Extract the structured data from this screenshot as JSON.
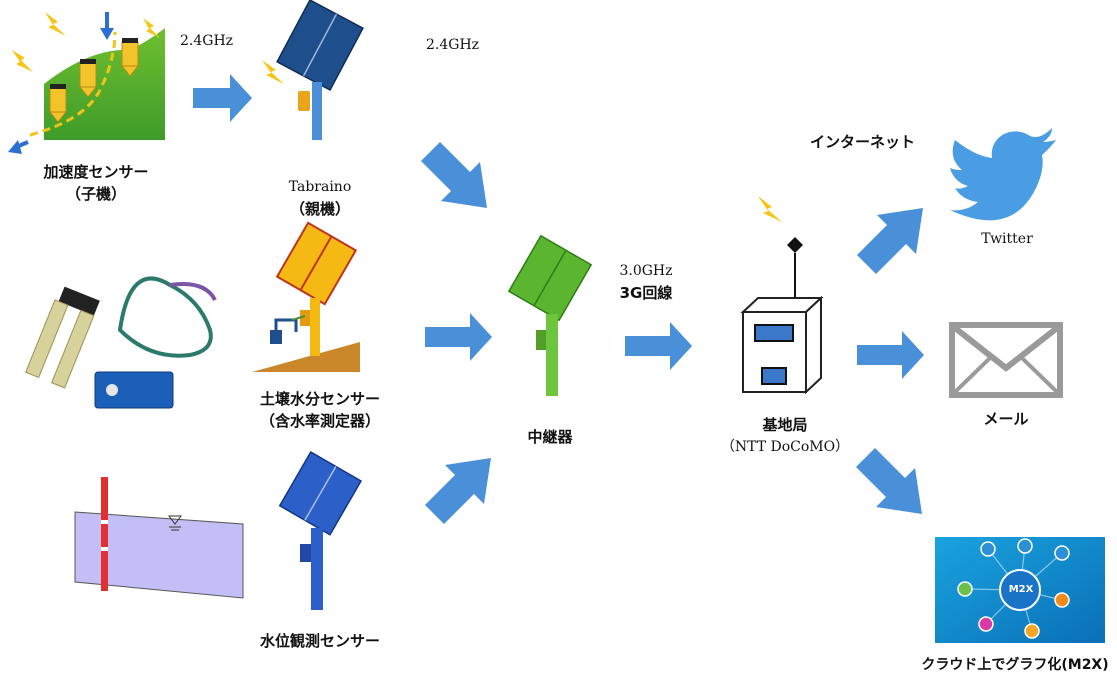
{
  "nodes": {
    "accelerometer": {
      "name": "加速度センサー",
      "sub": "（子機）"
    },
    "tabraino": {
      "name": "Tabraino",
      "sub": "（親機）"
    },
    "soil": {
      "name": "土壌水分センサー",
      "sub": "（含水率測定器）"
    },
    "water_level": {
      "name": "水位観測センサー"
    },
    "relay": {
      "name": "中継器"
    },
    "base_station": {
      "name": "基地局",
      "sub": "（NTT DoCoMO）"
    },
    "twitter": {
      "name": "Twitter"
    },
    "mail": {
      "name": "メール"
    },
    "cloud": {
      "name": "クラウド上でグラフ化(M2X)"
    }
  },
  "links": {
    "freq_top_left": "2.4GHz",
    "freq_top_mid": "2.4GHz",
    "freq_relay_line1": "3.0GHz",
    "freq_relay_line2": "3G回線",
    "internet": "インターネット"
  },
  "m2x_badge": "M2X",
  "colors": {
    "arrow": "#4a90d9",
    "green": "#5cb531",
    "blue_dark": "#1f4e8c",
    "yellow": "#f3b813",
    "twitter": "#4a9de3"
  }
}
